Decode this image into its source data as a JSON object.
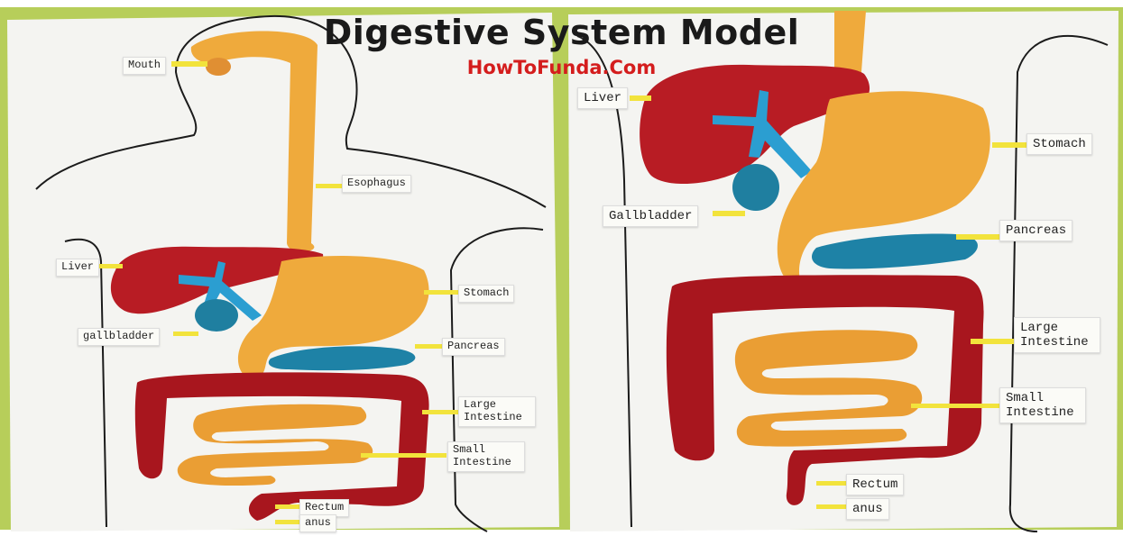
{
  "title": "Digestive System Model",
  "watermark": "HowToFunda.Com",
  "colors": {
    "background": "#b7ce5a",
    "paper": "#f4f4f1",
    "liver": "#b81c24",
    "stomach": "#efaa3c",
    "gallbladder": "#1f7fa0",
    "bile_duct": "#2b9ed1",
    "pancreas": "#1e82a6",
    "large_intestine": "#a8161e",
    "small_intestine": "#ea9e34",
    "marker_tab": "#f2e33c",
    "outline": "#1b1b1b"
  },
  "left_model": {
    "labels": {
      "mouth": "Mouth",
      "esophagus": "Esophagus",
      "liver": "Liver",
      "stomach": "Stomach",
      "gallbladder": "gallbladder",
      "pancreas": "Pancreas",
      "large_intestine": "Large Intestine",
      "small_intestine": "Small Intestine",
      "rectum": "Rectum",
      "anus": "anus"
    }
  },
  "right_model": {
    "labels": {
      "liver": "Liver",
      "stomach": "Stomach",
      "gallbladder": "Gallbladder",
      "pancreas": "Pancreas",
      "large_intestine": "Large Intestine",
      "small_intestine": "Small Intestine",
      "rectum": "Rectum",
      "anus": "anus"
    }
  }
}
